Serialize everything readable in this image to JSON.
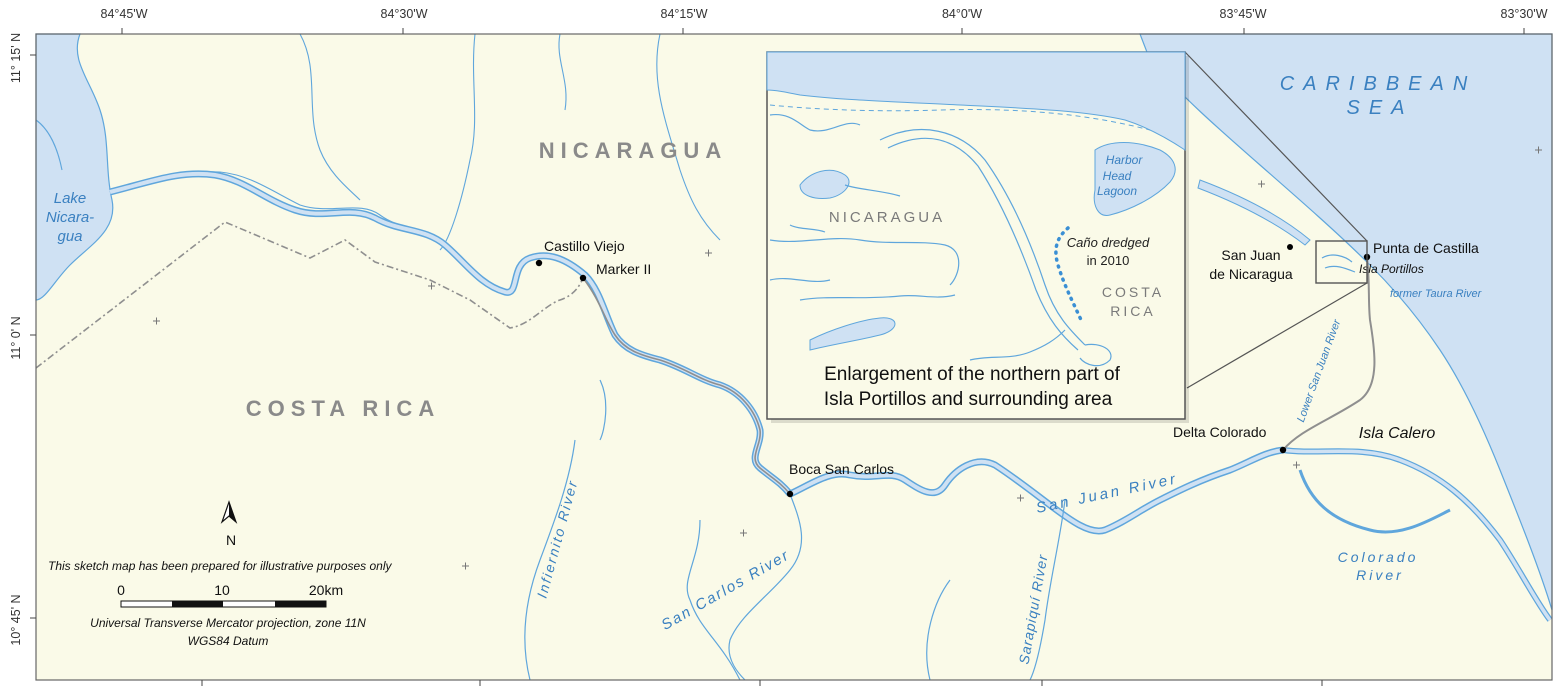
{
  "coordinates": {
    "top": [
      "84°45'W",
      "84°30'W",
      "84°15'W",
      "84°0'W",
      "83°45'W",
      "83°30'W"
    ],
    "left": [
      "11° 15' N",
      "11° 0' N",
      "10° 45' N"
    ]
  },
  "countries": {
    "nicaragua": "NICARAGUA",
    "costa_rica": "COSTA RICA"
  },
  "water_bodies": {
    "sea_line1": "CARIBBEAN",
    "sea_line2": "SEA",
    "lake_line1": "Lake",
    "lake_line2": "Nicara-",
    "lake_line3": "gua",
    "san_juan": "San Juan River",
    "lower_san_juan": "Lower San Juan River",
    "infiernito": "Infiernito River",
    "san_carlos": "San Carlos River",
    "sarapiqui": "Sarapiquí River",
    "colorado_line1": "Colorado",
    "colorado_line2": "River",
    "taura": "former Taura River"
  },
  "places": {
    "castillo_viejo": "Castillo Viejo",
    "marker_ii": "Marker II",
    "boca_san_carlos": "Boca San Carlos",
    "delta_colorado": "Delta Colorado",
    "san_juan_line1": "San Juan",
    "san_juan_line2": "de Nicaragua",
    "punta_castilla": "Punta de Castilla",
    "isla_portillos": "Isla Portillos",
    "isla_calero": "Isla Calero"
  },
  "inset": {
    "nicaragua": "NICARAGUA",
    "costa_line1": "COSTA",
    "costa_line2": "RICA",
    "harbor_line1": "Harbor",
    "harbor_line2": "Head",
    "harbor_line3": "Lagoon",
    "cano_line1": "Caño dredged",
    "cano_line2": "in 2010",
    "caption_line1": "Enlargement of the northern part of",
    "caption_line2": "Isla Portillos and surrounding area"
  },
  "legend": {
    "north": "N",
    "disclaimer": "This sketch map has been prepared for illustrative purposes only",
    "scale_0": "0",
    "scale_10": "10",
    "scale_20": "20km",
    "projection": "Universal Transverse Mercator projection, zone 11N",
    "datum": "WGS84 Datum"
  },
  "colors": {
    "land": "#fafae8",
    "water": "#cfe1f3",
    "river": "#5fa6dc",
    "border": "#8f8f8f"
  }
}
